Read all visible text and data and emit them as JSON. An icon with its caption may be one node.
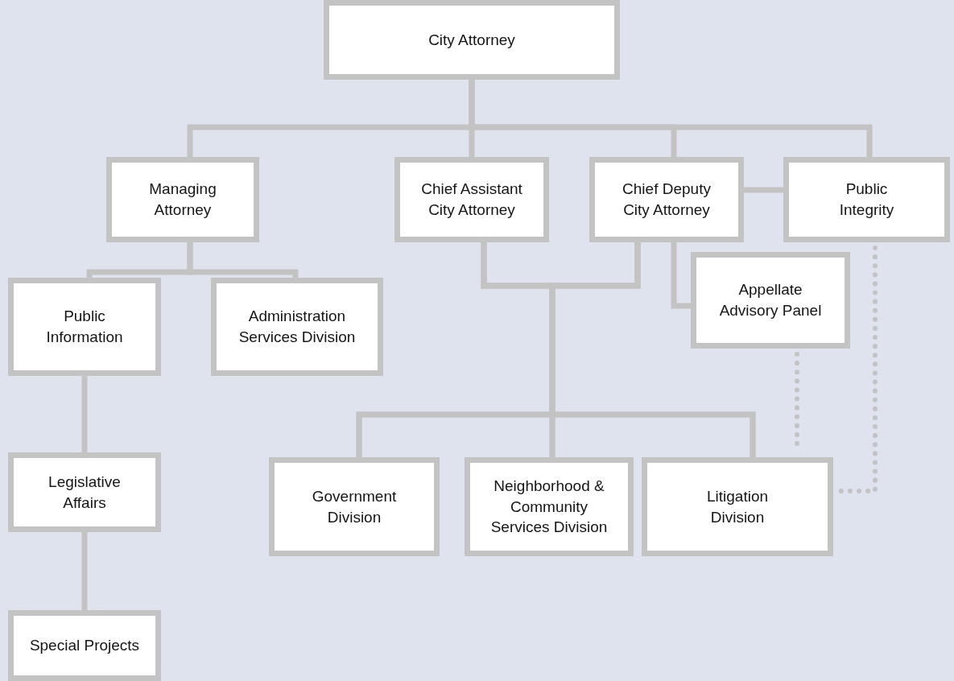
{
  "diagram": {
    "nodes": [
      {
        "text": [
          "City Attorney"
        ]
      },
      {
        "text": [
          "Managing Attorney"
        ]
      },
      {
        "text": [
          "Chief Assistant City Attorney"
        ]
      },
      {
        "text": [
          "Chief Deputy City Attorney"
        ]
      },
      {
        "text": [
          "Public Integrity"
        ]
      },
      {
        "text": [
          "Appellate Advisory Panel"
        ]
      },
      {
        "text": [
          "Public Information"
        ]
      },
      {
        "text": [
          "Administration Services Division"
        ]
      },
      {
        "text": [
          "Legislative Affairs"
        ]
      },
      {
        "text": [
          "Government Division"
        ]
      },
      {
        "text": [
          "Neighborhood & Community Services Division"
        ]
      },
      {
        "text": [
          "Litigation Division"
        ]
      },
      {
        "text": [
          "Special Projects"
        ]
      }
    ],
    "edges": [
      {
        "from": 0,
        "to": 1,
        "arrow": "none"
      },
      {
        "from": 0,
        "to": 2,
        "arrow": "none"
      },
      {
        "from": 0,
        "to": 3,
        "arrow": "none"
      },
      {
        "from": 0,
        "to": 4,
        "arrow": "none"
      },
      {
        "from": 3,
        "to": 4,
        "arrow": "none"
      },
      {
        "from": 1,
        "to": 6,
        "arrow": "none"
      },
      {
        "from": 1,
        "to": 7,
        "arrow": "none"
      },
      {
        "from": 2,
        "to": 9,
        "arrow": "none"
      },
      {
        "from": 2,
        "to": 10,
        "arrow": "none"
      },
      {
        "from": 2,
        "to": 11,
        "arrow": "none"
      },
      {
        "from": 3,
        "to": 9,
        "arrow": "none"
      },
      {
        "from": 3,
        "to": 10,
        "arrow": "none"
      },
      {
        "from": 3,
        "to": 11,
        "arrow": "none"
      },
      {
        "from": 3,
        "to": 5,
        "arrow": "none"
      },
      {
        "from": 6,
        "to": 8,
        "arrow": "none"
      },
      {
        "from": 8,
        "to": 12,
        "arrow": "none"
      },
      {
        "from": 5,
        "to": 11,
        "arrow": "none",
        "style": "dashed"
      },
      {
        "from": 4,
        "to": 11,
        "arrow": "none",
        "style": "dashed"
      }
    ]
  }
}
